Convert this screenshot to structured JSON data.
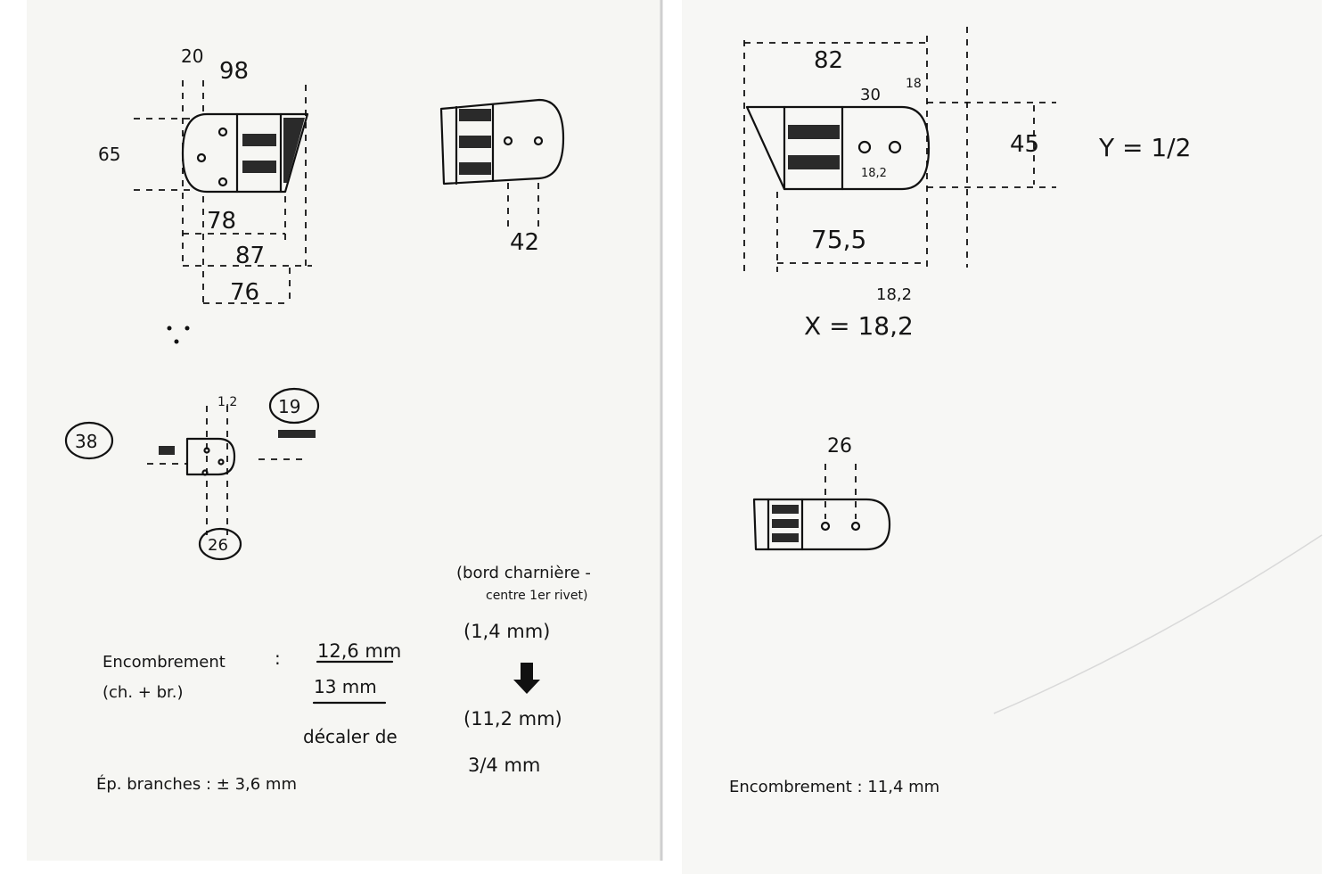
{
  "left_sheet": {
    "top_left_dims": {
      "d20": "20",
      "d98": "98",
      "d65": "65",
      "d78": "78",
      "d87": "87",
      "d76": "76"
    },
    "top_right_dims": {
      "d42": "42"
    },
    "middle_dims": {
      "d1_2": "1,2",
      "c19": "19",
      "c38": "38",
      "c26": "26"
    },
    "notes": {
      "bord": "(bord charnière -",
      "centre": "centre 1er rivet)",
      "encombrement_label": "Encombrement",
      "chbr": "(ch. + br.)",
      "colon": ":",
      "v1": "12,6 mm",
      "v2": "13 mm",
      "paren": "(1,4 mm)",
      "decaler": "décaler de",
      "v3": "(11,2 mm)",
      "v4": "3/4 mm",
      "ep": "Ép. branches : ± 3,6 mm"
    }
  },
  "right_sheet": {
    "dims": {
      "d82": "82",
      "d18": "18",
      "d30": "30",
      "d45": "45",
      "d18_2_small": "18,2",
      "d75_5": "75,5",
      "d26": "26"
    },
    "y_eq": "Y = 1/2",
    "x_top": "18,2",
    "x_eq": "X = 18,2",
    "encombrement": "Encombrement : 11,4 mm"
  }
}
